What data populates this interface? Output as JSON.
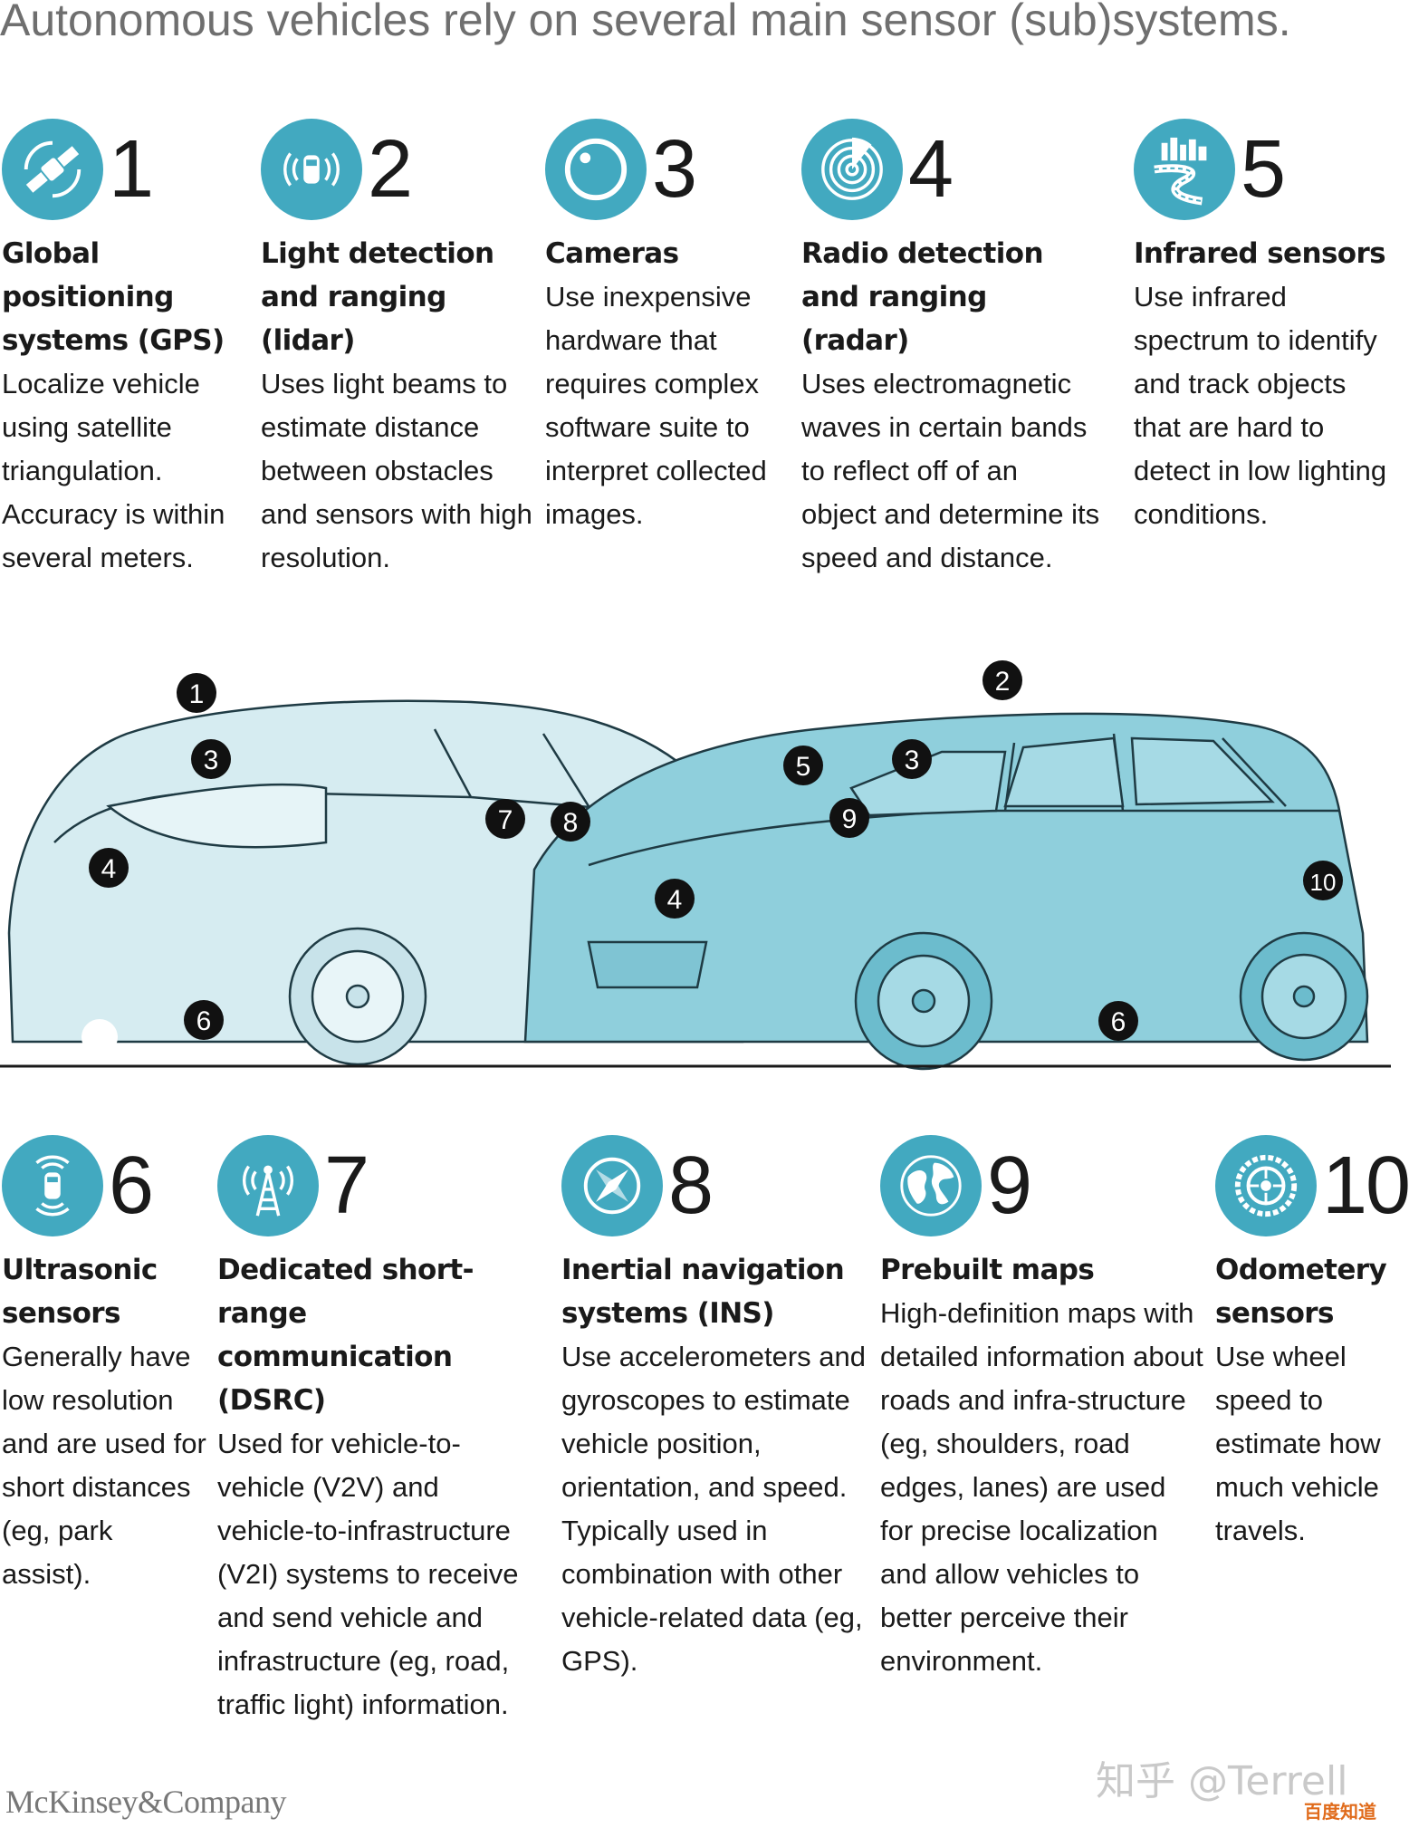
{
  "colors": {
    "teal": "#42a9c0",
    "car_front": "#8fcfdc",
    "car_back": "#d6ecf1",
    "ink": "#1a1a1a"
  },
  "title": "Autonomous vehicles rely on several main sensor (sub)systems.",
  "sensors": [
    {
      "num": "1",
      "icon": "satellite-icon",
      "name": "Global positioning systems (GPS)",
      "desc": "Localize vehicle using satellite triangulation. Accuracy is within several meters."
    },
    {
      "num": "2",
      "icon": "lidar-car-icon",
      "name": "Light detection and ranging (lidar)",
      "desc": "Uses light beams to estimate distance between obstacles and sensors with high resolution."
    },
    {
      "num": "3",
      "icon": "camera-lens-icon",
      "name": "Cameras",
      "desc": "Use inexpensive hardware that requires complex software suite to interpret collected images."
    },
    {
      "num": "4",
      "icon": "radar-icon",
      "name": "Radio detection and ranging (radar)",
      "desc": "Uses electromagnetic waves in certain bands to reflect off of an object and determine its speed and distance."
    },
    {
      "num": "5",
      "icon": "infrared-road-icon",
      "name": "Infrared sensors",
      "desc": "Use infrared spectrum to identify and track objects that are hard to detect in low lighting conditions."
    },
    {
      "num": "6",
      "icon": "ultrasonic-car-icon",
      "name": "Ultrasonic sensors",
      "desc": "Generally have low resolution and are used for short distances (eg, park assist)."
    },
    {
      "num": "7",
      "icon": "antenna-tower-icon",
      "name": "Dedicated short-range communication (DSRC)",
      "desc": "Used for vehicle-to-vehicle (V2V) and vehicle-to-infrastructure (V2I) systems to receive and send vehicle and infrastructure (eg, road, traffic light) information."
    },
    {
      "num": "8",
      "icon": "compass-icon",
      "name": "Inertial navigation systems (INS)",
      "desc": "Use accelerometers and gyroscopes to estimate vehicle position, orientation, and speed. Typically used in combination with other vehicle-related data (eg, GPS)."
    },
    {
      "num": "9",
      "icon": "globe-icon",
      "name": "Prebuilt maps",
      "desc": "High-definition maps with detailed information about roads and infra-structure (eg, shoulders, road edges, lanes) are used for precise localization and allow vehicles to better perceive their environment."
    },
    {
      "num": "10",
      "icon": "wheel-icon",
      "name": "Odometery sensors",
      "desc": "Use wheel speed to estimate how much vehicle travels."
    }
  ],
  "car_markers": {
    "back_car": [
      "1",
      "3",
      "4",
      "6",
      "7",
      "8"
    ],
    "front_car": [
      "2",
      "5",
      "3",
      "9",
      "4",
      "10",
      "6"
    ]
  },
  "footer": {
    "logo": "McKinsey&Company",
    "watermark": "知乎 @Terrell",
    "badge": "百度知道"
  }
}
